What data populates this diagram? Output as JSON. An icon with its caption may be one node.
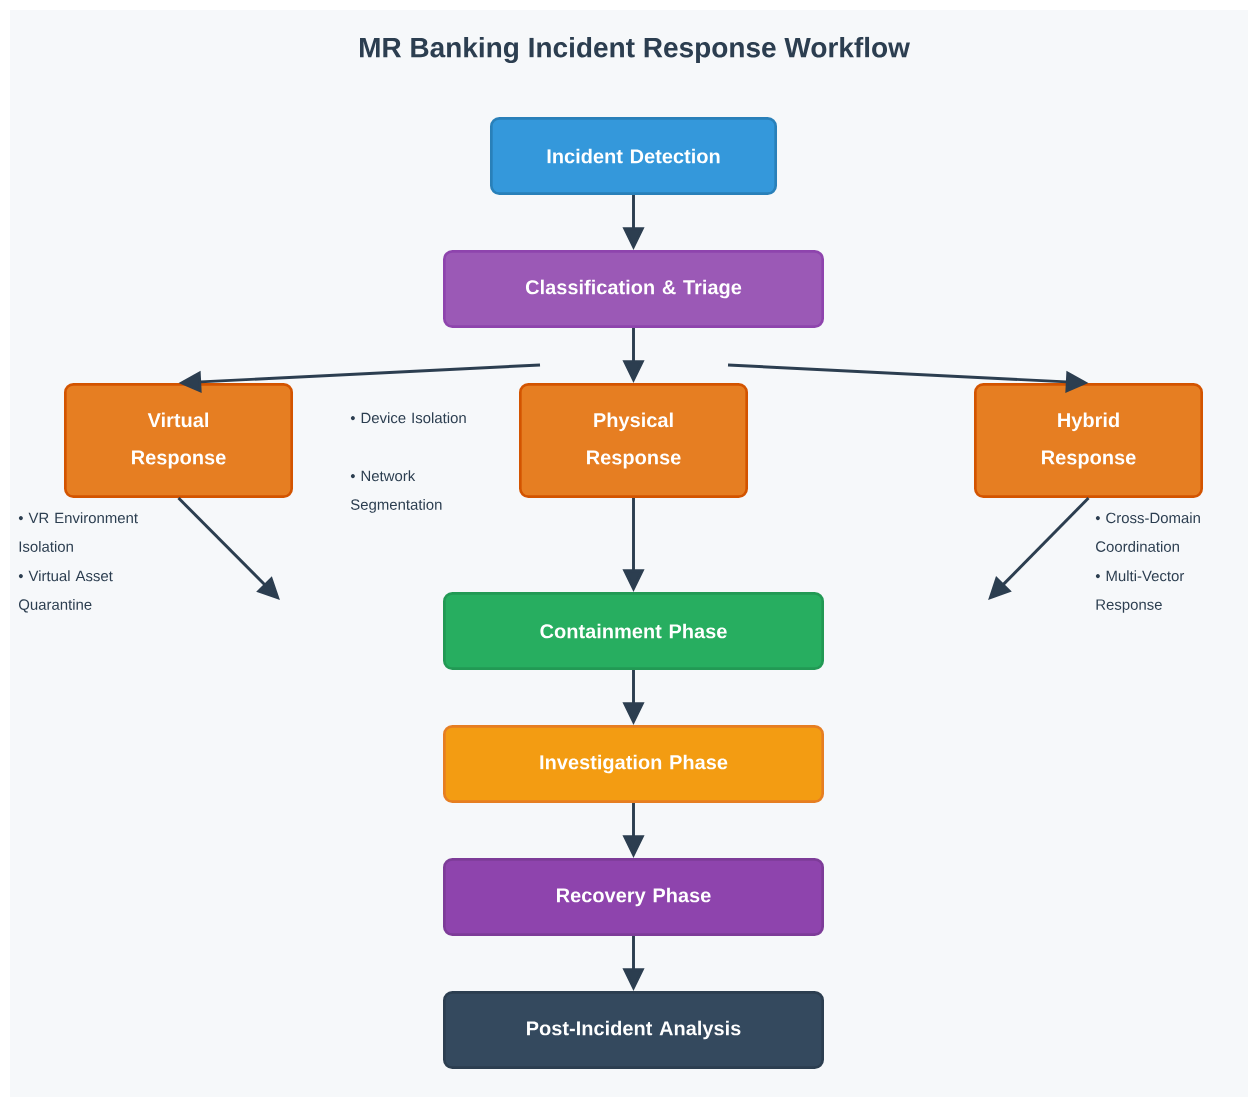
{
  "diagram": {
    "title": "MR Banking Incident Response Workflow",
    "nodes": [
      {
        "text": [
          "Incident Detection"
        ]
      },
      {
        "text": [
          "Classification & Triage"
        ]
      },
      {
        "text": [
          "Virtual Response"
        ],
        "beside": [
          "• VR Environment Isolation",
          "• Virtual Asset Quarantine"
        ]
      },
      {
        "text": [
          "Physical Response"
        ],
        "beside": [
          "• Device Isolation",
          "• Network Segmentation"
        ]
      },
      {
        "text": [
          "Hybrid Response"
        ],
        "beside": [
          "• Cross-Domain Coordination",
          "• Multi-Vector Response"
        ]
      },
      {
        "text": [
          "Containment Phase"
        ]
      },
      {
        "text": [
          "Investigation Phase"
        ]
      },
      {
        "text": [
          "Recovery Phase"
        ]
      },
      {
        "text": [
          "Post-Incident Analysis"
        ]
      }
    ],
    "edges": [
      {
        "from": 0,
        "to": 1,
        "arrow": "to"
      },
      {
        "from": null,
        "to": 2,
        "arrow": "to"
      },
      {
        "from": 1,
        "to": 3,
        "arrow": "to"
      },
      {
        "from": null,
        "to": 4,
        "arrow": "to"
      },
      {
        "from": 2,
        "to": null,
        "arrow": "to"
      },
      {
        "from": 4,
        "to": null,
        "arrow": "to"
      },
      {
        "from": 3,
        "to": 5,
        "arrow": "to"
      },
      {
        "from": 5,
        "to": 6,
        "arrow": "to"
      },
      {
        "from": 6,
        "to": 7,
        "arrow": "to"
      },
      {
        "from": 7,
        "to": 8,
        "arrow": "to"
      }
    ]
  }
}
